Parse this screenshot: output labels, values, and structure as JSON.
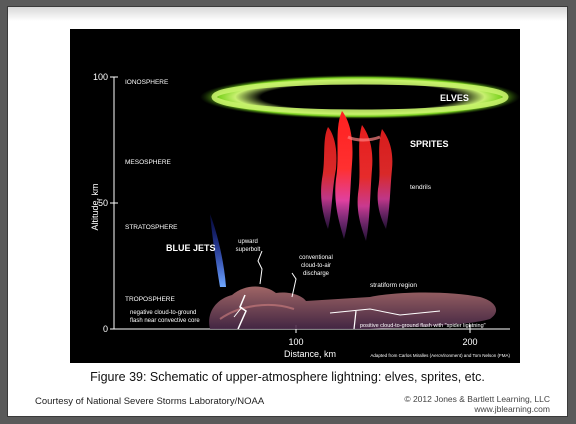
{
  "diagram": {
    "axis": {
      "ylabel": "Altitude, km",
      "yticks": [
        "100",
        "50",
        "0"
      ],
      "xlabel": "Distance, km",
      "xticks": [
        "100",
        "200"
      ]
    },
    "layers": [
      "IONOSPHERE",
      "MESOSPHERE",
      "STRATOSPHERE",
      "TROPOSPHERE"
    ],
    "phenomena": {
      "elves": "ELVES",
      "sprites": "SPRITES",
      "tendrils": "tendrils",
      "blue_jets": "BLUE JETS"
    },
    "labels": {
      "upward_1": "upward",
      "upward_2": "superbolt",
      "conv_1": "conventional",
      "conv_2": "cloud-to-air",
      "conv_3": "discharge",
      "stratiform": "stratiform region",
      "neg_1": "negative cloud-to-ground",
      "neg_2": "flash near convective core",
      "positive": "positive cloud-to-ground flash with \"spider lightning\""
    },
    "attribution": "Adapted from Carlos Miralles (AeroVironment) and Tom Nelson (FMA)"
  },
  "caption": "Figure 39: Schematic of upper-atmosphere lightning: elves, sprites, etc.",
  "footer": {
    "left": "Courtesy of National Severe Storms Laboratory/NOAA",
    "right_line1": "© 2012 Jones & Bartlett Learning, LLC",
    "right_line2": "www.jblearning.com"
  }
}
